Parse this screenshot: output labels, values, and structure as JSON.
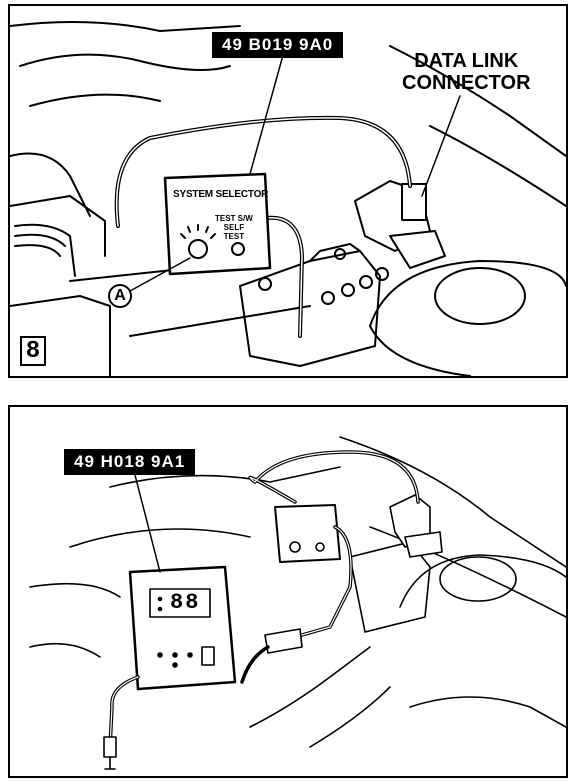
{
  "top_panel": {
    "tool_label": "49 B019 9A0",
    "callout_line1": "DATA LINK",
    "callout_line2": "CONNECTOR",
    "selector_title": "SYSTEM SELECTOR",
    "test_sw_line1": "TEST S/W",
    "test_sw_line2": "SELF",
    "test_sw_line3": "TEST",
    "marker": "A",
    "figure_number": "8"
  },
  "bottom_panel": {
    "tool_label": "49 H018 9A1",
    "display_value": "88"
  }
}
